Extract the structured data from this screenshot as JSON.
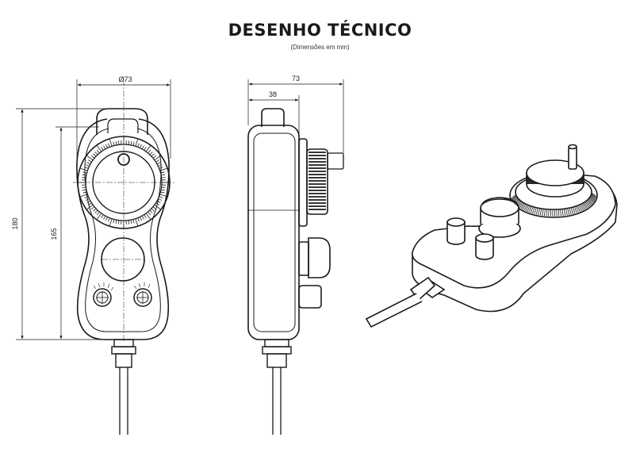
{
  "header": {
    "title": "DESENHO TÉCNICO",
    "subtitle": "(Dimensões em mm)"
  },
  "dimensions": {
    "front_diameter": "Ø73",
    "front_height_total": "180",
    "front_height_body": "165",
    "side_width_total": "73",
    "side_width_body": "38"
  },
  "colors": {
    "stroke": "#1a1a1a",
    "background": "#ffffff"
  }
}
